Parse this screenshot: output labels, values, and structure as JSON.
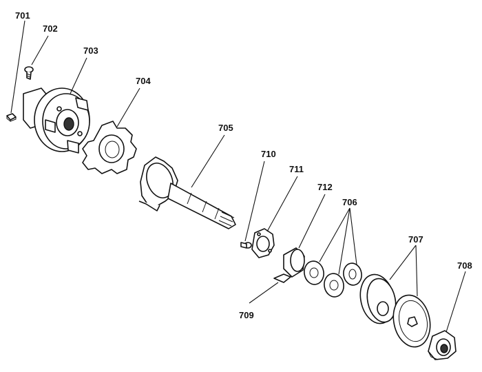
{
  "callouts": {
    "p701": "701",
    "p702": "702",
    "p703": "703",
    "p704": "704",
    "p705": "705",
    "p706": "706",
    "p707": "707",
    "p708": "708",
    "p709": "709",
    "p710": "710",
    "p711": "711",
    "p712": "712"
  }
}
